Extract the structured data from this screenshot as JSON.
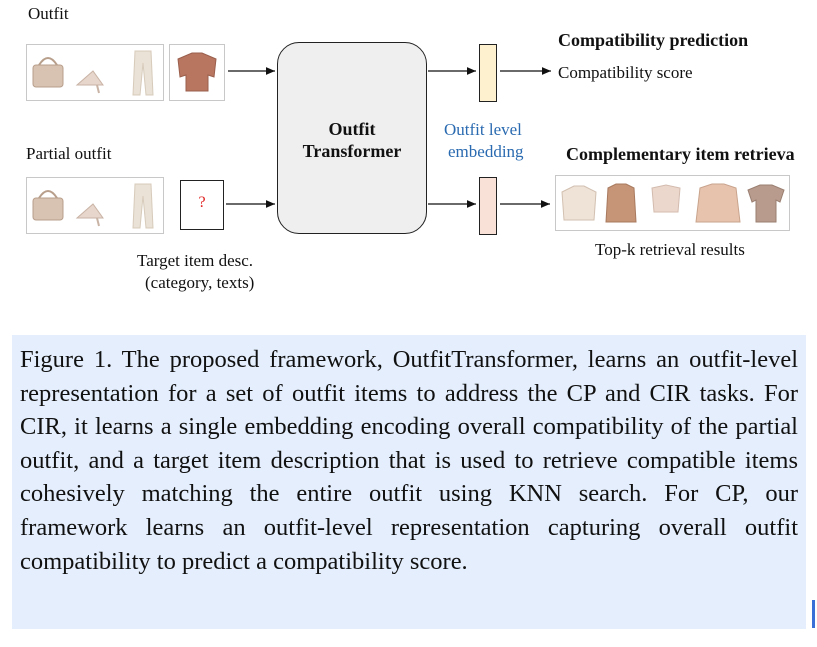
{
  "figure": {
    "outfit_label": "Outfit",
    "partial_outfit_label": "Partial outfit",
    "transformer_line1": "Outfit",
    "transformer_line2": "Transformer",
    "embedding_label_line1": "Outfit level",
    "embedding_label_line2": "embedding",
    "cp_title": "Compatibility prediction",
    "cp_output": "Compatibility score",
    "cir_title": "Complementary item retrieva",
    "cir_output": "Top-k retrieval results",
    "target_mark": "?",
    "target_desc_line1": "Target item desc.",
    "target_desc_line2": "(category, texts)",
    "colors": {
      "cp_embedding_fill": "#fdf1cf",
      "cir_embedding_fill": "#f9e1d8",
      "transformer_fill": "#efefef",
      "embedding_text": "#2a6ab0",
      "caption_bg": "#e4eefc",
      "target_mark": "#e02020"
    }
  },
  "caption": {
    "text": "Figure 1. The proposed framework, OutfitTransformer, learns an outfit-level representation for a set of outfit items to address the CP and CIR tasks. For CIR, it learns a single embedding encoding overall compatibility of the partial outfit, and a target item description that is used to retrieve compatible items cohesively matching the entire outfit using KNN search. For CP, our framework learns an outfit-level representation capturing overall outfit compatibility to predict a compatibility score."
  }
}
